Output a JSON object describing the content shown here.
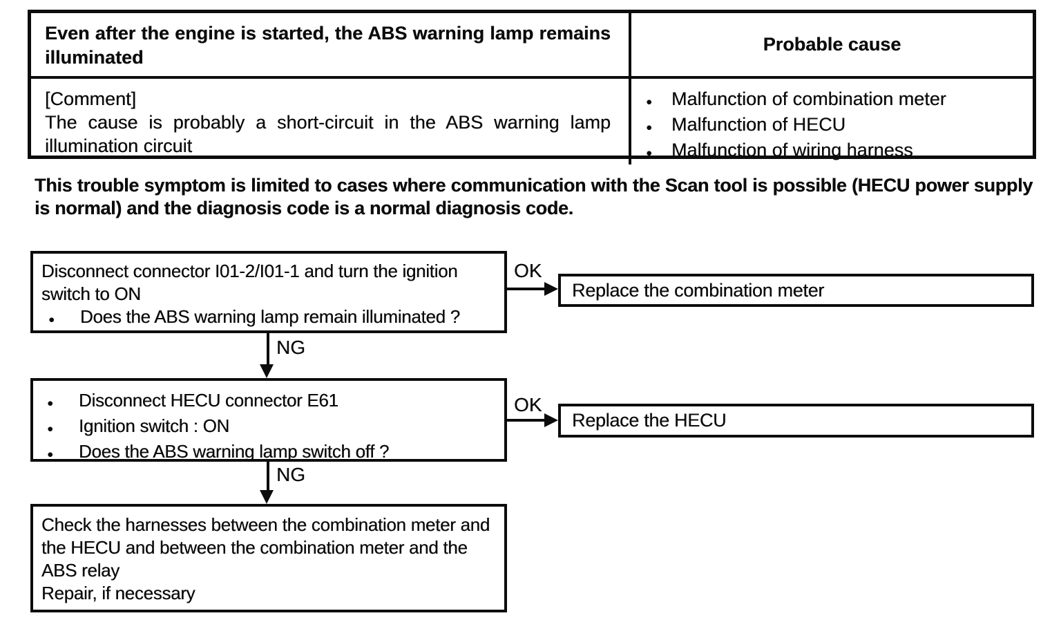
{
  "colors": {
    "ink": "#0c0c0c",
    "paper": "#ffffff"
  },
  "icons": {
    "bullet": "●"
  },
  "table": {
    "symptom": "Even after the engine is started, the ABS warning lamp remains illuminated",
    "probable_cause_header": "Probable cause",
    "comment_label": "[Comment]",
    "comment_text": "The cause is probably a short-circuit in the ABS warning lamp illumination circuit",
    "causes": [
      "Malfunction of combination meter",
      "Malfunction of HECU",
      "Malfunction of wiring harness"
    ]
  },
  "note": "This trouble symptom is limited to cases where communication with the Scan tool is possible (HECU power supply is normal) and the diagnosis code is a normal diagnosis code.",
  "flowchart": {
    "steps": [
      {
        "text": "Disconnect connector I01-2/I01-1 and turn the ignition switch to ON",
        "bullets": [
          "Does the ABS warning lamp remain illuminated ?"
        ],
        "ok_label": "OK",
        "ng_label": "NG",
        "result": "Replace the combination meter"
      },
      {
        "bullets": [
          "Disconnect HECU connector E61",
          "Ignition switch : ON",
          "Does the ABS warning lamp switch off ?"
        ],
        "ok_label": "OK",
        "ng_label": "NG",
        "result": "Replace the HECU"
      },
      {
        "lines": [
          "Check the harnesses between the combination meter and the HECU and between the combination meter and the ABS relay",
          "Repair, if necessary"
        ]
      }
    ]
  }
}
